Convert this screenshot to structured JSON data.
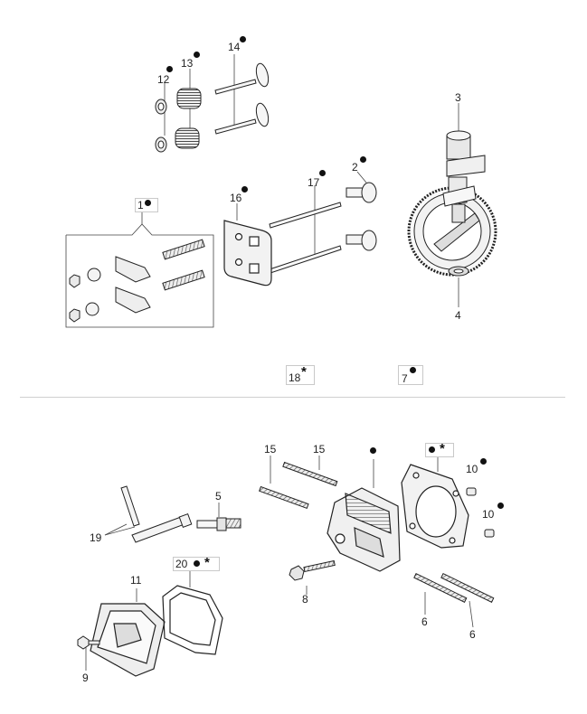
{
  "labels": {
    "l1": "1",
    "l2": "2",
    "l3": "3",
    "l4": "4",
    "l5": "5",
    "l6a": "6",
    "l6b": "6",
    "l7": "7",
    "l8": "8",
    "l9": "9",
    "l10a": "10",
    "l10b": "10",
    "l11": "11",
    "l12": "12",
    "l13": "13",
    "l14": "14",
    "l15a": "15",
    "l15b": "15",
    "l16": "16",
    "l17": "17",
    "l18": "18",
    "l19": "19",
    "l20": "20"
  },
  "markers": {
    "star": "*",
    "dot_color": "#111111"
  }
}
